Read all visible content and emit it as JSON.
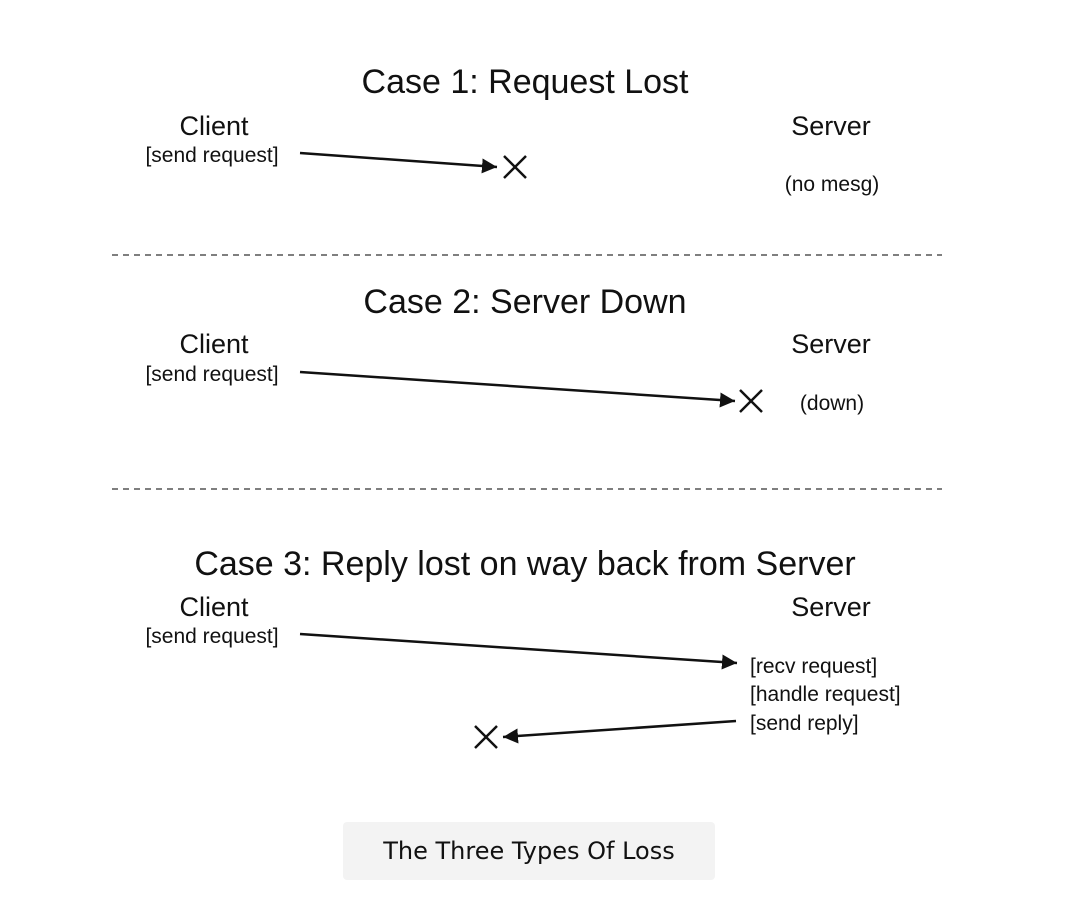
{
  "cases": [
    {
      "title": "Case 1: Request Lost",
      "client_label": "Client",
      "client_action": "[send request]",
      "server_label": "Server",
      "server_notes": [
        "(no mesg)"
      ]
    },
    {
      "title": "Case 2: Server Down",
      "client_label": "Client",
      "client_action": "[send request]",
      "server_label": "Server",
      "server_notes": [
        "(down)"
      ]
    },
    {
      "title": "Case 3: Reply lost on way back from Server",
      "client_label": "Client",
      "client_action": "[send request]",
      "server_label": "Server",
      "server_notes": [
        "[recv request]",
        "[handle request]",
        "[send reply]"
      ]
    }
  ],
  "caption": "The Three Types Of Loss",
  "colors": {
    "ink": "#111111",
    "divider": "#555555",
    "caption_bg": "#f3f3f3"
  }
}
